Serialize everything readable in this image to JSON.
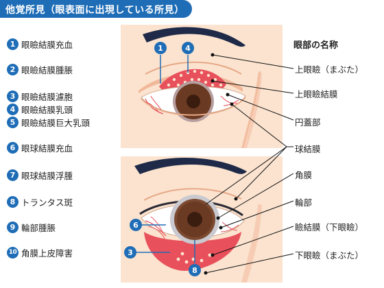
{
  "header": {
    "title": "他覚所見（眼表面に出現している所見）"
  },
  "findings": [
    {
      "num": "1",
      "label": "眼瞼結膜充血"
    },
    {
      "num": "2",
      "label": "眼瞼結膜腫脹"
    },
    {
      "num": "3",
      "label": "眼瞼結膜濾胞"
    },
    {
      "num": "4",
      "label": "眼瞼結膜乳頭"
    },
    {
      "num": "5",
      "label": "眼瞼結膜巨大乳頭"
    },
    {
      "num": "6",
      "label": "眼球結膜充血"
    },
    {
      "num": "7",
      "label": "眼球結膜浮腫"
    },
    {
      "num": "8",
      "label": "トランタス斑"
    },
    {
      "num": "9",
      "label": "輪部腫脹"
    },
    {
      "num": "10",
      "label": "角膜上皮障害"
    }
  ],
  "anatomy": {
    "heading": "眼部の名称",
    "labels": [
      "上眼瞼（まぶた）",
      "上眼瞼結膜",
      "円蓋部",
      "球結膜",
      "角膜",
      "輪部",
      "瞼結膜（下眼瞼）",
      "下眼瞼（まぶた）"
    ]
  },
  "markers": {
    "top": [
      "1",
      "4"
    ],
    "bottom": [
      "6",
      "3",
      "8"
    ]
  },
  "colors": {
    "brand_blue": "#1f6db6",
    "skin": "#fbe3cf",
    "conjunctiva_red": "#e8505b",
    "iris_brown": "#6b3a22"
  }
}
